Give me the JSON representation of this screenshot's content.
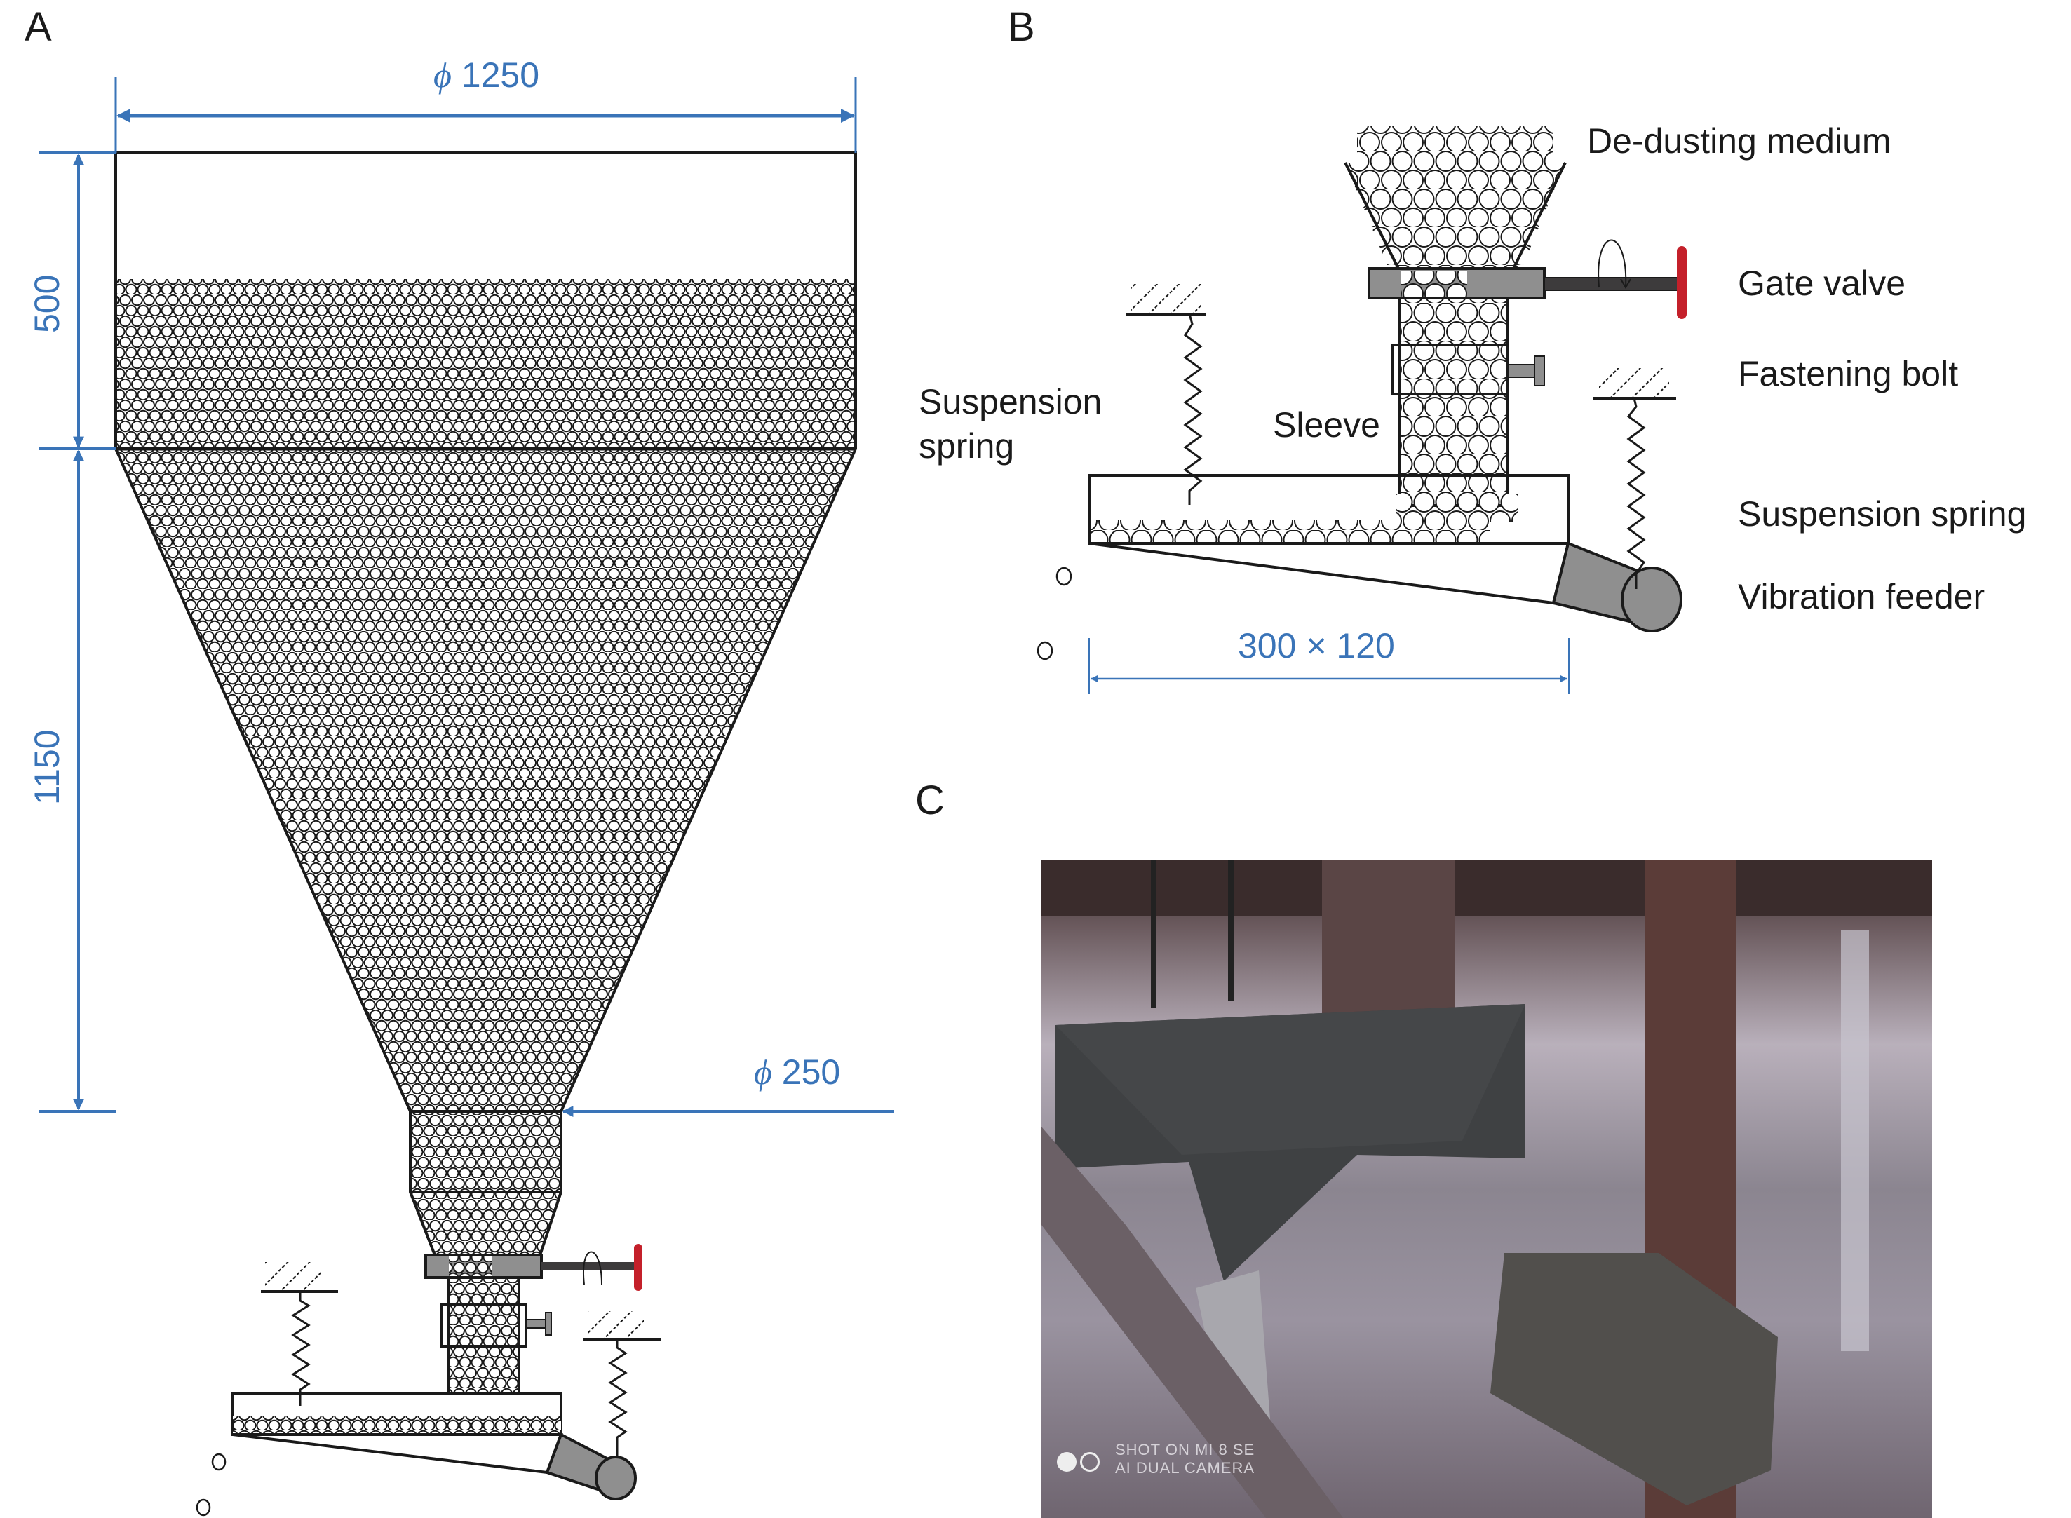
{
  "figure": {
    "panels": [
      {
        "id": "A",
        "label": "A"
      },
      {
        "id": "B",
        "label": "B"
      },
      {
        "id": "C",
        "label": "C"
      }
    ]
  },
  "panelA": {
    "label": "A",
    "dimensions": {
      "top_diameter": {
        "symbol": "ϕ",
        "value": "1250"
      },
      "upper_height": "500",
      "cone_height": "1150",
      "outlet_diameter": {
        "symbol": "ϕ",
        "value": "250"
      }
    }
  },
  "panelB": {
    "label": "B",
    "callouts": {
      "medium": "De-dusting medium",
      "gate_valve": "Gate valve",
      "fastening_bolt": "Fastening bolt",
      "sleeve": "Sleeve",
      "left_spring_line1": "Suspension",
      "left_spring_line2": "spring",
      "right_spring": "Suspension spring",
      "feeder": "Vibration feeder"
    },
    "dimension": "300 × 120"
  },
  "panelC": {
    "label": "C",
    "photo_description": "Photograph of installed vibration feeder beneath hopper",
    "watermark_line1": "SHOT ON MI 8 SE",
    "watermark_line2": "AI DUAL CAMERA"
  },
  "colors": {
    "dimension_blue": "#3a74b8",
    "valve_handle_red": "#c4202a",
    "valve_gray": "#8f8f8f",
    "stroke": "#1a1a1a"
  }
}
